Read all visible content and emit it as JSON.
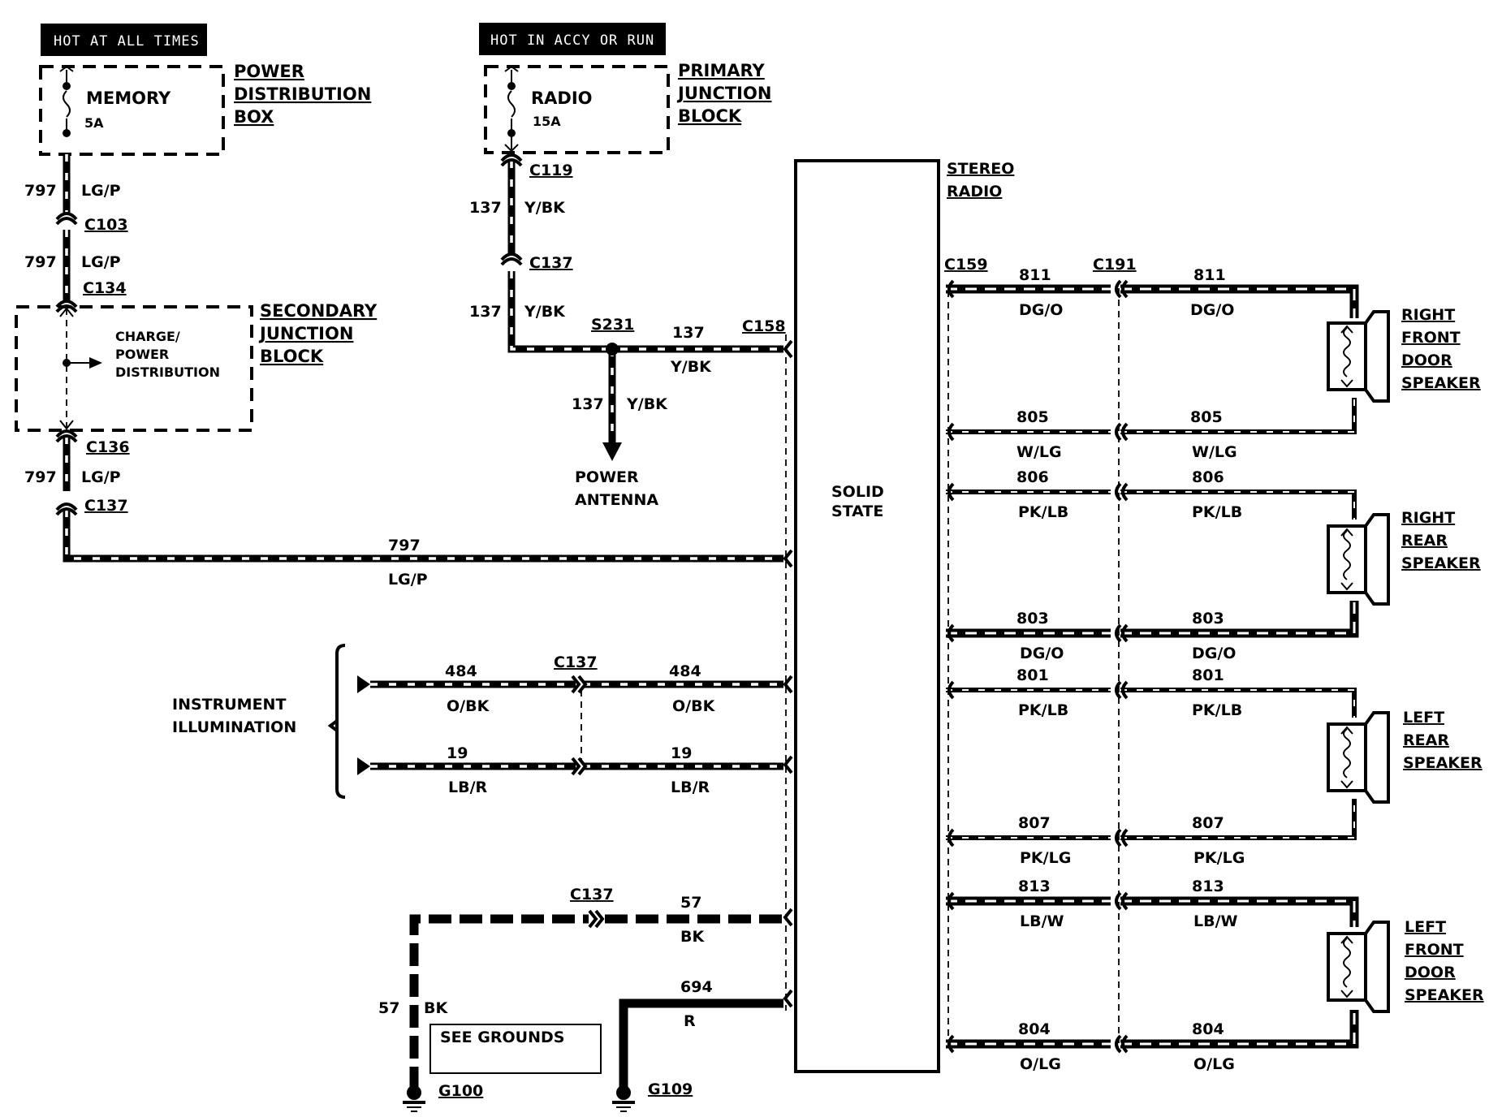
{
  "headers": {
    "hot_always": "HOT AT ALL TIMES",
    "hot_accy": "HOT IN ACCY OR RUN"
  },
  "fuses": {
    "memory": {
      "name": "MEMORY",
      "rating": "5A"
    },
    "radio": {
      "name": "RADIO",
      "rating": "15A"
    }
  },
  "blocks": {
    "pdb": [
      "POWER",
      "DISTRIBUTION",
      "BOX"
    ],
    "pjb": [
      "PRIMARY",
      "JUNCTION",
      "BLOCK"
    ],
    "sjb": [
      "SECONDARY",
      "JUNCTION",
      "BLOCK"
    ],
    "sjb_inner": [
      "CHARGE/",
      "POWER",
      "DISTRIBUTION"
    ],
    "stereo": [
      "STEREO",
      "RADIO"
    ],
    "solid_state": [
      "SOLID",
      "STATE"
    ]
  },
  "connectors": {
    "c103": "C103",
    "c134": "C134",
    "c136": "C136",
    "c137": "C137",
    "c119": "C119",
    "c158": "C158",
    "c159": "C159",
    "c191": "C191",
    "s231": "S231",
    "g100": "G100",
    "g109": "G109"
  },
  "wires": {
    "w797": {
      "num": "797",
      "color": "LG/P"
    },
    "w137": {
      "num": "137",
      "color": "Y/BK"
    },
    "w484": {
      "num": "484",
      "color": "O/BK"
    },
    "w19": {
      "num": "19",
      "color": "LB/R"
    },
    "w57": {
      "num": "57",
      "color": "BK"
    },
    "w694": {
      "num": "694",
      "color": "R"
    },
    "w811": {
      "num": "811",
      "color": "DG/O"
    },
    "w805": {
      "num": "805",
      "color": "W/LG"
    },
    "w806": {
      "num": "806",
      "color": "PK/LB"
    },
    "w803": {
      "num": "803",
      "color": "DG/O"
    },
    "w801": {
      "num": "801",
      "color": "PK/LB"
    },
    "w807": {
      "num": "807",
      "color": "PK/LG"
    },
    "w813": {
      "num": "813",
      "color": "LB/W"
    },
    "w804": {
      "num": "804",
      "color": "O/LG"
    }
  },
  "power_antenna": [
    "POWER",
    "ANTENNA"
  ],
  "instrument_illumination": [
    "INSTRUMENT",
    "ILLUMINATION"
  ],
  "see_grounds": "SEE GROUNDS",
  "speakers": {
    "rf": [
      "RIGHT",
      "FRONT",
      "DOOR",
      "SPEAKER"
    ],
    "rr": [
      "RIGHT",
      "REAR",
      "SPEAKER"
    ],
    "lr": [
      "LEFT",
      "REAR",
      "SPEAKER"
    ],
    "lf": [
      "LEFT",
      "FRONT",
      "DOOR",
      "SPEAKER"
    ]
  }
}
